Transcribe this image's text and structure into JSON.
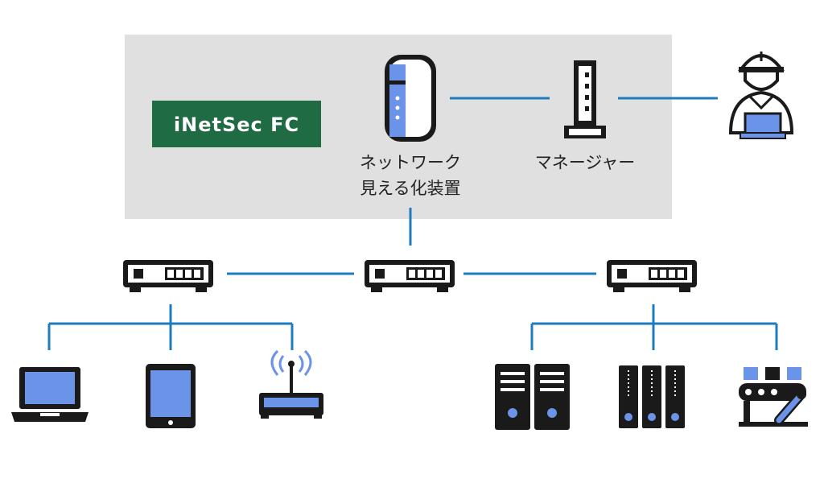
{
  "brand": {
    "label": "iNetSec FC",
    "color": "#1f6b43"
  },
  "appliance": {
    "label_line1": "ネットワーク",
    "label_line2": "見える化装置"
  },
  "manager": {
    "label": "マネージャー"
  },
  "colors": {
    "panel": "#e0e0e0",
    "line": "#1f7bbd",
    "device": "#1a1a1a",
    "screen": "#6b93e8"
  },
  "icons": {
    "appliance": "network-visualization-appliance-icon",
    "manager": "manager-tower-icon",
    "worker": "worker-with-laptop-icon",
    "switches": [
      "switch-icon",
      "switch-icon",
      "switch-icon"
    ],
    "left_devices": [
      "laptop-icon",
      "tablet-icon",
      "wifi-router-icon"
    ],
    "right_devices": [
      "server-pair-icon",
      "storage-rack-icon",
      "factory-robot-icon"
    ]
  }
}
